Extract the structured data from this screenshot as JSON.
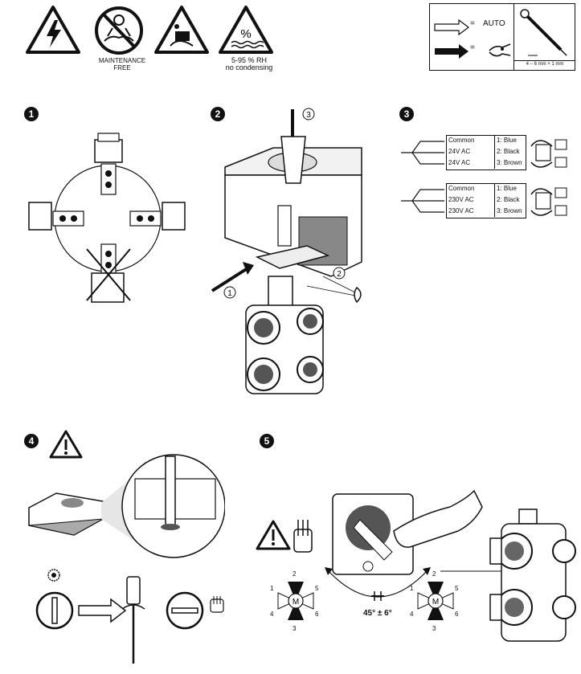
{
  "header": {
    "maintenance_label_1": "MAINTENANCE",
    "maintenance_label_2": "FREE",
    "humidity_label_1": "5-95 % RH",
    "humidity_label_2": "no condensing",
    "humidity_symbol": "%",
    "auto_label": "AUTO",
    "equals": "=",
    "screwdriver_size": "4 – 6 mm × 1 mm"
  },
  "steps": {
    "s1": "1",
    "s2": "2",
    "s3": "3",
    "s4": "4",
    "s5": "5"
  },
  "step2": {
    "callout_1": "1",
    "callout_2": "2",
    "callout_3": "3"
  },
  "wiring": {
    "block_a": {
      "rows": [
        {
          "left": "Common",
          "right": "1: Blue"
        },
        {
          "left": "24V AC",
          "right": "2: Black"
        },
        {
          "left": "24V AC",
          "right": "3: Brown"
        }
      ]
    },
    "block_b": {
      "rows": [
        {
          "left": "Common",
          "right": "1: Blue"
        },
        {
          "left": "230V AC",
          "right": "2: Black"
        },
        {
          "left": "230V AC",
          "right": "3: Brown"
        }
      ]
    }
  },
  "step5": {
    "angle_label": "45° ± 6°",
    "port_labels_left": [
      "2",
      "1",
      "5",
      "4",
      "6",
      "3"
    ],
    "port_labels_right": [
      "2",
      "1",
      "5",
      "4",
      "6",
      "3"
    ],
    "motor_symbol": "M"
  },
  "icons": [
    "high-voltage-warning-icon",
    "no-maintenance-icon",
    "heavy-weight-icon",
    "humidity-icon",
    "auto-arrow-icon",
    "pliers-icon",
    "screwdriver-icon",
    "warning-icon",
    "glove-icon"
  ]
}
